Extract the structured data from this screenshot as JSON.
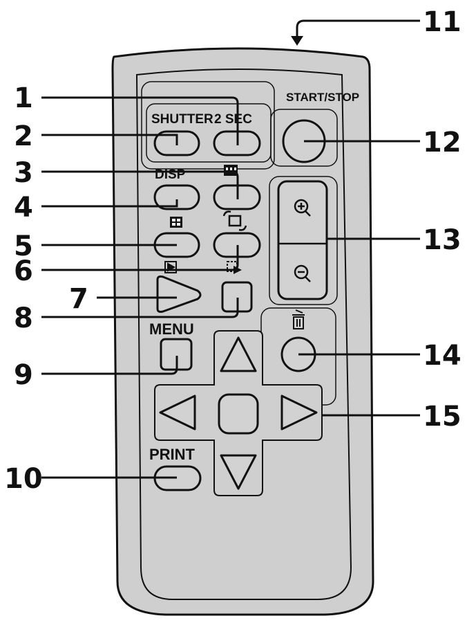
{
  "title": "",
  "labels": {
    "shutter": "SHUTTER",
    "two_sec": "2 SEC",
    "start_stop": "START/STOP",
    "disp": "DISP",
    "menu": "MENU",
    "print": "PRINT"
  },
  "callouts": [
    "1",
    "2",
    "3",
    "4",
    "5",
    "6",
    "7",
    "8",
    "9",
    "10",
    "11",
    "12",
    "13",
    "14",
    "15"
  ],
  "icons": {
    "zoom_in": "zoom-in-icon",
    "zoom_out": "zoom-out-icon",
    "index": "index-grid-icon",
    "rotate": "rotate-icon",
    "trash": "trash-icon",
    "play": "play-icon",
    "slideshow": "slideshow-icon",
    "film": "film-icon"
  },
  "colors": {
    "body": "#cfcfcf",
    "button": "#d2d2d2",
    "stroke": "#111111",
    "background": "#ffffff"
  }
}
